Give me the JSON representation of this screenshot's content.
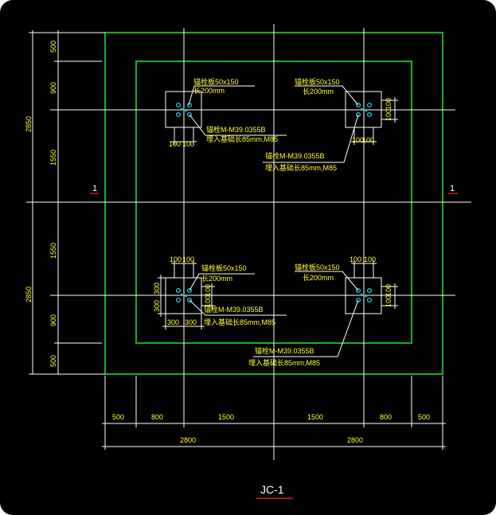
{
  "drawing": {
    "title": "JC-1",
    "section_mark": "1",
    "colors": {
      "background": "#000000",
      "outline": "#1fa52a",
      "text": "#ffff33",
      "bolt": "#20c8d8",
      "mark": "#ff2020"
    },
    "dims_left": {
      "top": [
        "500",
        "900",
        "1550"
      ],
      "bottom": [
        "1550",
        "900",
        "500"
      ],
      "total_top": "2850",
      "total_bottom": "2850"
    },
    "dims_bottom": {
      "segments": [
        "500",
        "800",
        "1500",
        "1500",
        "800",
        "500"
      ],
      "totals": [
        "2800",
        "2800"
      ]
    },
    "plates": {
      "tl": {
        "plate_label": "锚栓板50x150",
        "plate_len": "长200mm",
        "bolt_label": "锚栓M-M39.0355B",
        "bolt_note": "埋入基础长85mm,M85",
        "dim_a": "100",
        "dim_b": "100"
      },
      "tr": {
        "plate_label": "锚栓板50x150",
        "plate_len": "长200mm",
        "bolt_label": "锚栓M-M39.0355B",
        "bolt_note": "埋入基础长85mm,M85",
        "dim_a": "100",
        "dim_b": "100",
        "side_a": "100",
        "side_b": "100"
      },
      "bl": {
        "plate_label": "锚栓板50x150",
        "plate_len": "长200mm",
        "bolt_label": "锚栓M-M39.0355B",
        "bolt_note": "埋入基础长85mm,M85",
        "dim_a": "100",
        "dim_b": "100",
        "side_a": "300",
        "side_b": "300",
        "side_c": "100",
        "side_d": "100",
        "bot_a": "300",
        "bot_b": "300"
      },
      "br": {
        "plate_label": "锚栓板50x150",
        "plate_len": "长200mm",
        "bolt_label": "锚栓M-M39.0355B",
        "bolt_note": "埋入基础长85mm,M85",
        "dim_a": "100",
        "dim_b": "100",
        "side_a": "100",
        "side_b": "100"
      }
    }
  }
}
